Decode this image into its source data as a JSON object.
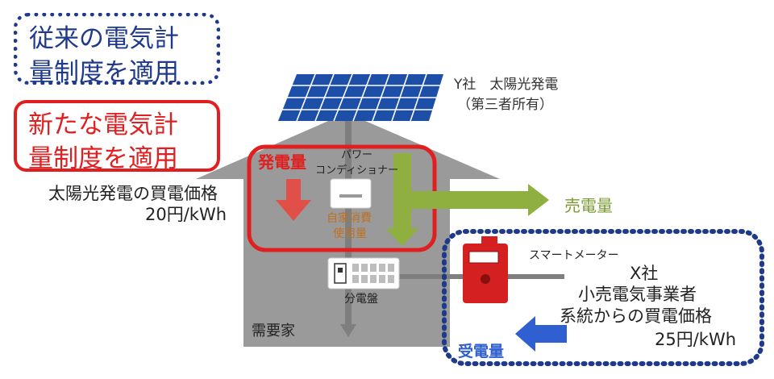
{
  "legend": {
    "traditional": {
      "line1": "従来の電気計",
      "line2": "量制度を適用",
      "color": "#1f3a8a"
    },
    "new": {
      "line1": "新たな電気計",
      "line2": "量制度を適用",
      "color": "#e02020"
    }
  },
  "solar": {
    "company": "Y社　太陽光発電",
    "ownership": "（第三者所有）"
  },
  "pv_price": {
    "label": "太陽光発電の買電価格",
    "value": "20円/kWh"
  },
  "generation_label": "発電量",
  "inverter_label": {
    "line1": "パワー",
    "line2": "コンディショナー"
  },
  "self_consumption": {
    "line1": "自家消費",
    "line2": "使用量"
  },
  "sold_label": "売電量",
  "smart_meter_label": "スマートメーター",
  "retailer": {
    "name": "X社",
    "type": "小売電気事業者",
    "price_label": "系統からの買電価格",
    "price_value": "25円/kWh"
  },
  "distribution_board_label": "分電盤",
  "consumer_label": "需要家",
  "received_label": "受電量",
  "colors": {
    "house": "#9a9a9a",
    "house_dark": "#7f7f7f",
    "blue_accent": "#1f3a8a",
    "red_accent": "#e02020",
    "green_arrow": "#8fb040",
    "generation_arrow": "#e05048",
    "received_arrow": "#2f5fd0",
    "orange_text": "#c07020",
    "solar_panel": "#1d4fa8",
    "meter_red": "#d42020"
  }
}
